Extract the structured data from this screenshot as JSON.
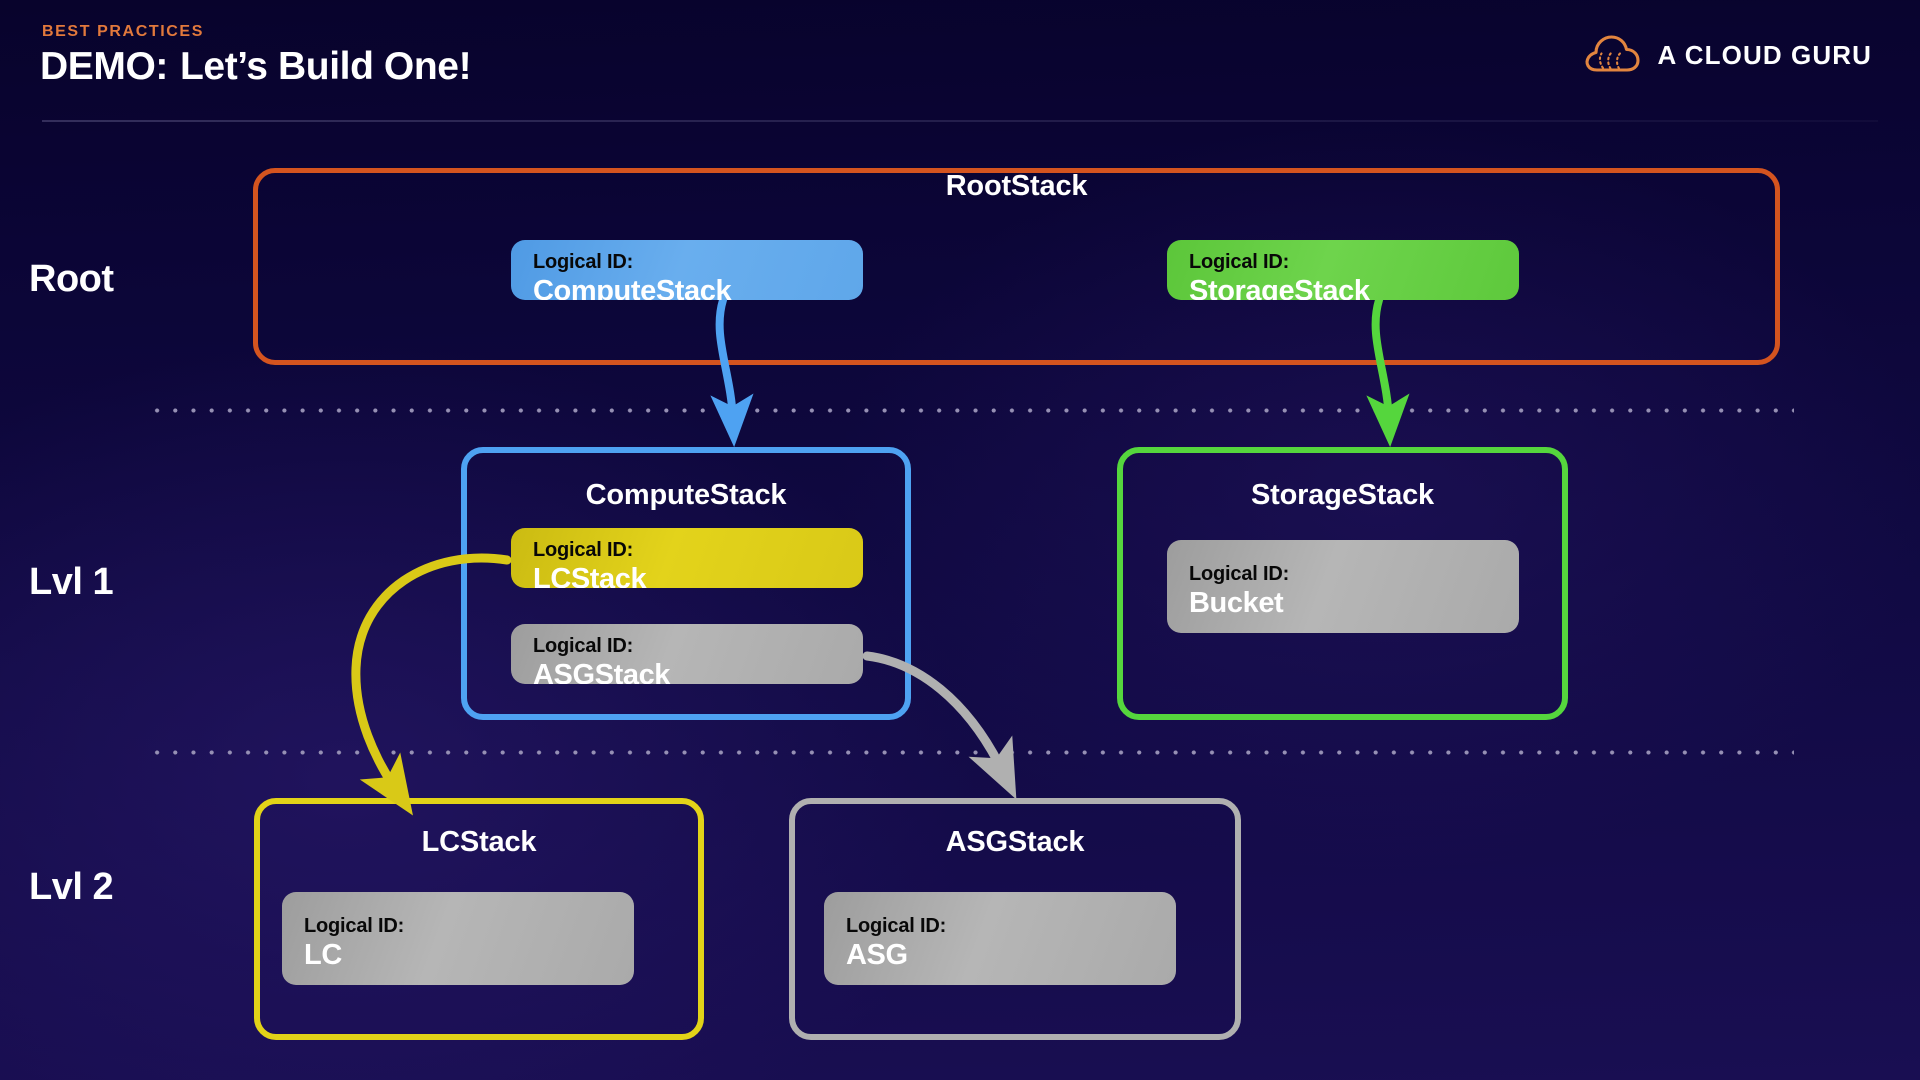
{
  "header": {
    "kicker": "BEST PRACTICES",
    "title_lead": "DEMO:",
    "title_rest": "Let’s Build One!",
    "logo_text": "A CLOUD GURU",
    "logo_icon": "cloud-icon",
    "accent_orange": "#e2793c"
  },
  "levels": [
    {
      "key": "root",
      "label": "Root"
    },
    {
      "key": "lvl1",
      "label": "Lvl 1"
    },
    {
      "key": "lvl2",
      "label": "Lvl 2"
    }
  ],
  "logical_id_label": "Logical ID:",
  "groups": {
    "root": {
      "title": "RootStack",
      "border_color": "#d4541f"
    },
    "compute": {
      "title": "ComputeStack",
      "border_color": "#4ea2f2"
    },
    "storage": {
      "title": "StorageStack",
      "border_color": "#55d63d"
    },
    "lcstack": {
      "title": "LCStack",
      "border_color": "#e2d318"
    },
    "asgstack": {
      "title": "ASGStack",
      "border_color": "#b0b0b0"
    }
  },
  "cards": {
    "compute": {
      "label": "Logical ID:",
      "value": "ComputeStack",
      "color": "#69aeee"
    },
    "storage": {
      "label": "Logical ID:",
      "value": "StorageStack",
      "color": "#6ed44c"
    },
    "lcstack": {
      "label": "Logical ID:",
      "value": "LCStack",
      "color": "#e3d31b"
    },
    "asgstack": {
      "label": "Logical ID:",
      "value": "ASGStack",
      "color": "#b6b6b6"
    },
    "bucket": {
      "label": "Logical ID:",
      "value": "Bucket",
      "color": "#b6b6b6"
    },
    "lc": {
      "label": "Logical ID:",
      "value": "LC",
      "color": "#b6b6b6"
    },
    "asg": {
      "label": "Logical ID:",
      "value": "ASG",
      "color": "#b6b6b6"
    }
  },
  "arrows": [
    {
      "name": "compute-arrow",
      "from": "root.ComputeStack",
      "to": "ComputeStack",
      "color": "#4ea2f2"
    },
    {
      "name": "storage-arrow",
      "from": "root.StorageStack",
      "to": "StorageStack",
      "color": "#55d63d"
    },
    {
      "name": "lcstack-arrow",
      "from": "compute.LCStack",
      "to": "LCStack",
      "color": "#d9c917"
    },
    {
      "name": "asgstack-arrow",
      "from": "compute.ASGStack",
      "to": "ASGStack",
      "color": "#b0b0b0"
    }
  ],
  "background": {
    "top": "#08032c",
    "bottom": "#190e52"
  }
}
